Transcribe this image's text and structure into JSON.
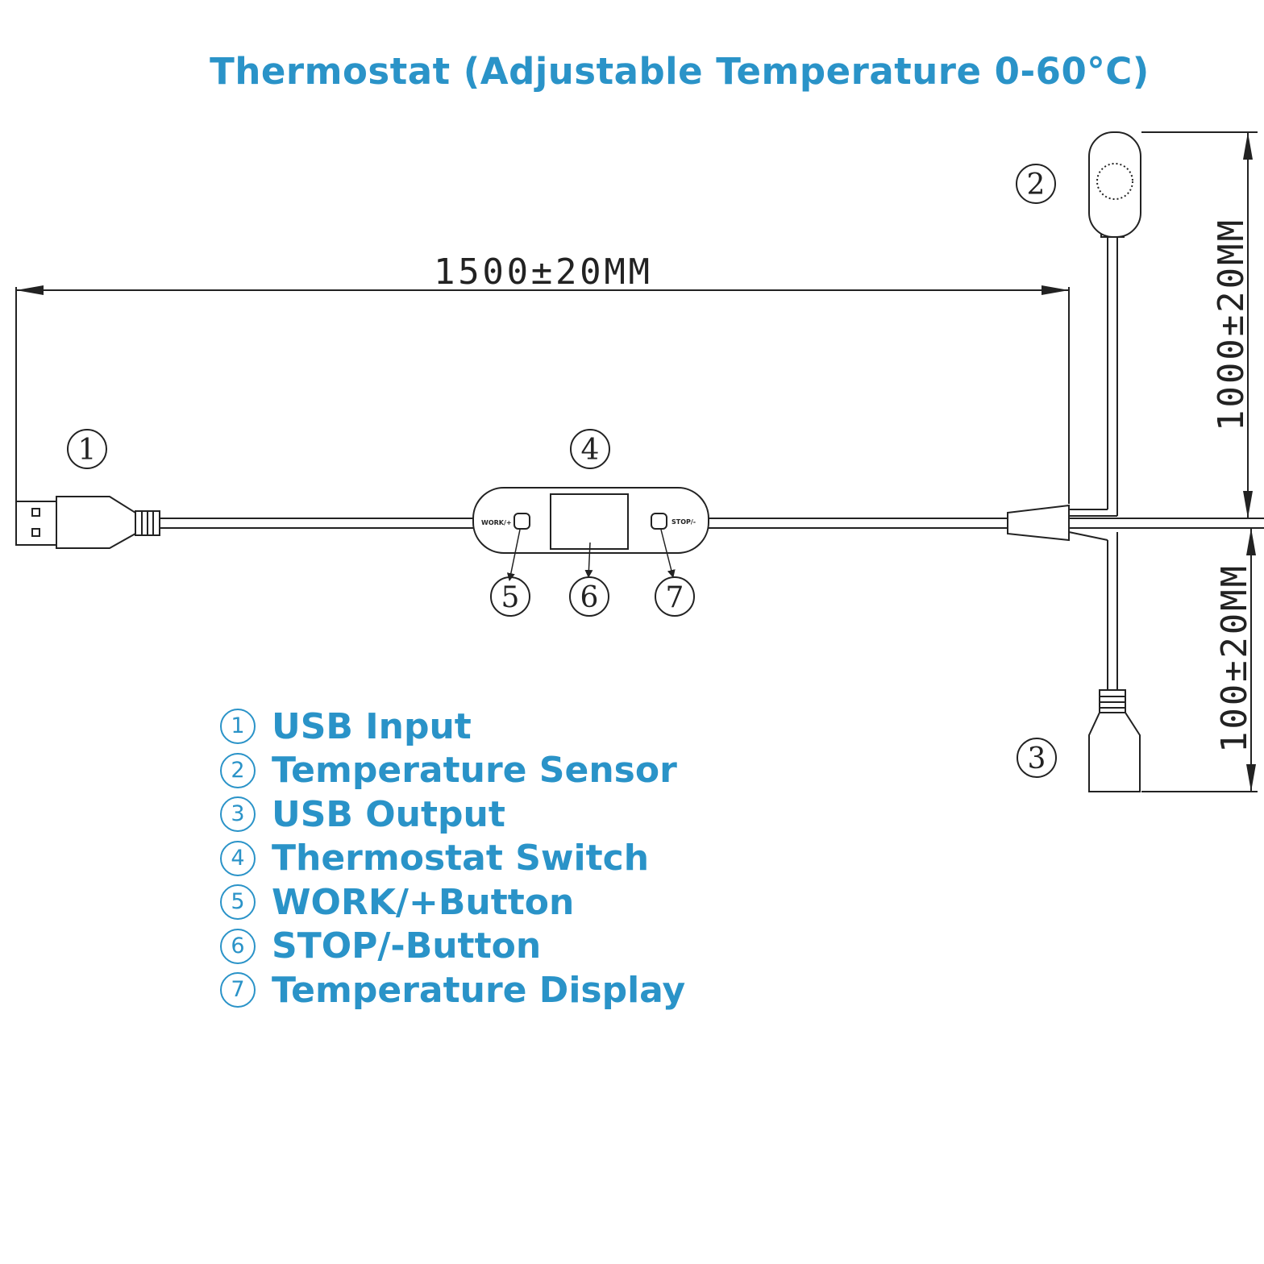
{
  "title": "Thermostat (Adjustable Temperature 0-60°C)",
  "dimensions": {
    "main_cable": "1500±20MM",
    "sensor_cable": "1000±20MM",
    "output_cable": "100±20MM"
  },
  "switch": {
    "work_label": "WORK/+",
    "stop_label": "STOP/-"
  },
  "callouts": {
    "c1": "1",
    "c2": "2",
    "c3": "3",
    "c4": "4",
    "c5": "5",
    "c6": "6",
    "c7": "7"
  },
  "legend": [
    {
      "num": "1",
      "label": "USB Input"
    },
    {
      "num": "2",
      "label": "Temperature Sensor"
    },
    {
      "num": "3",
      "label": "USB Output"
    },
    {
      "num": "4",
      "label": "Thermostat Switch"
    },
    {
      "num": "5",
      "label": "WORK/+Button"
    },
    {
      "num": "6",
      "label": "STOP/-Button"
    },
    {
      "num": "7",
      "label": "Temperature Display"
    }
  ],
  "colors": {
    "accent": "#2a93c8",
    "line": "#222222"
  }
}
